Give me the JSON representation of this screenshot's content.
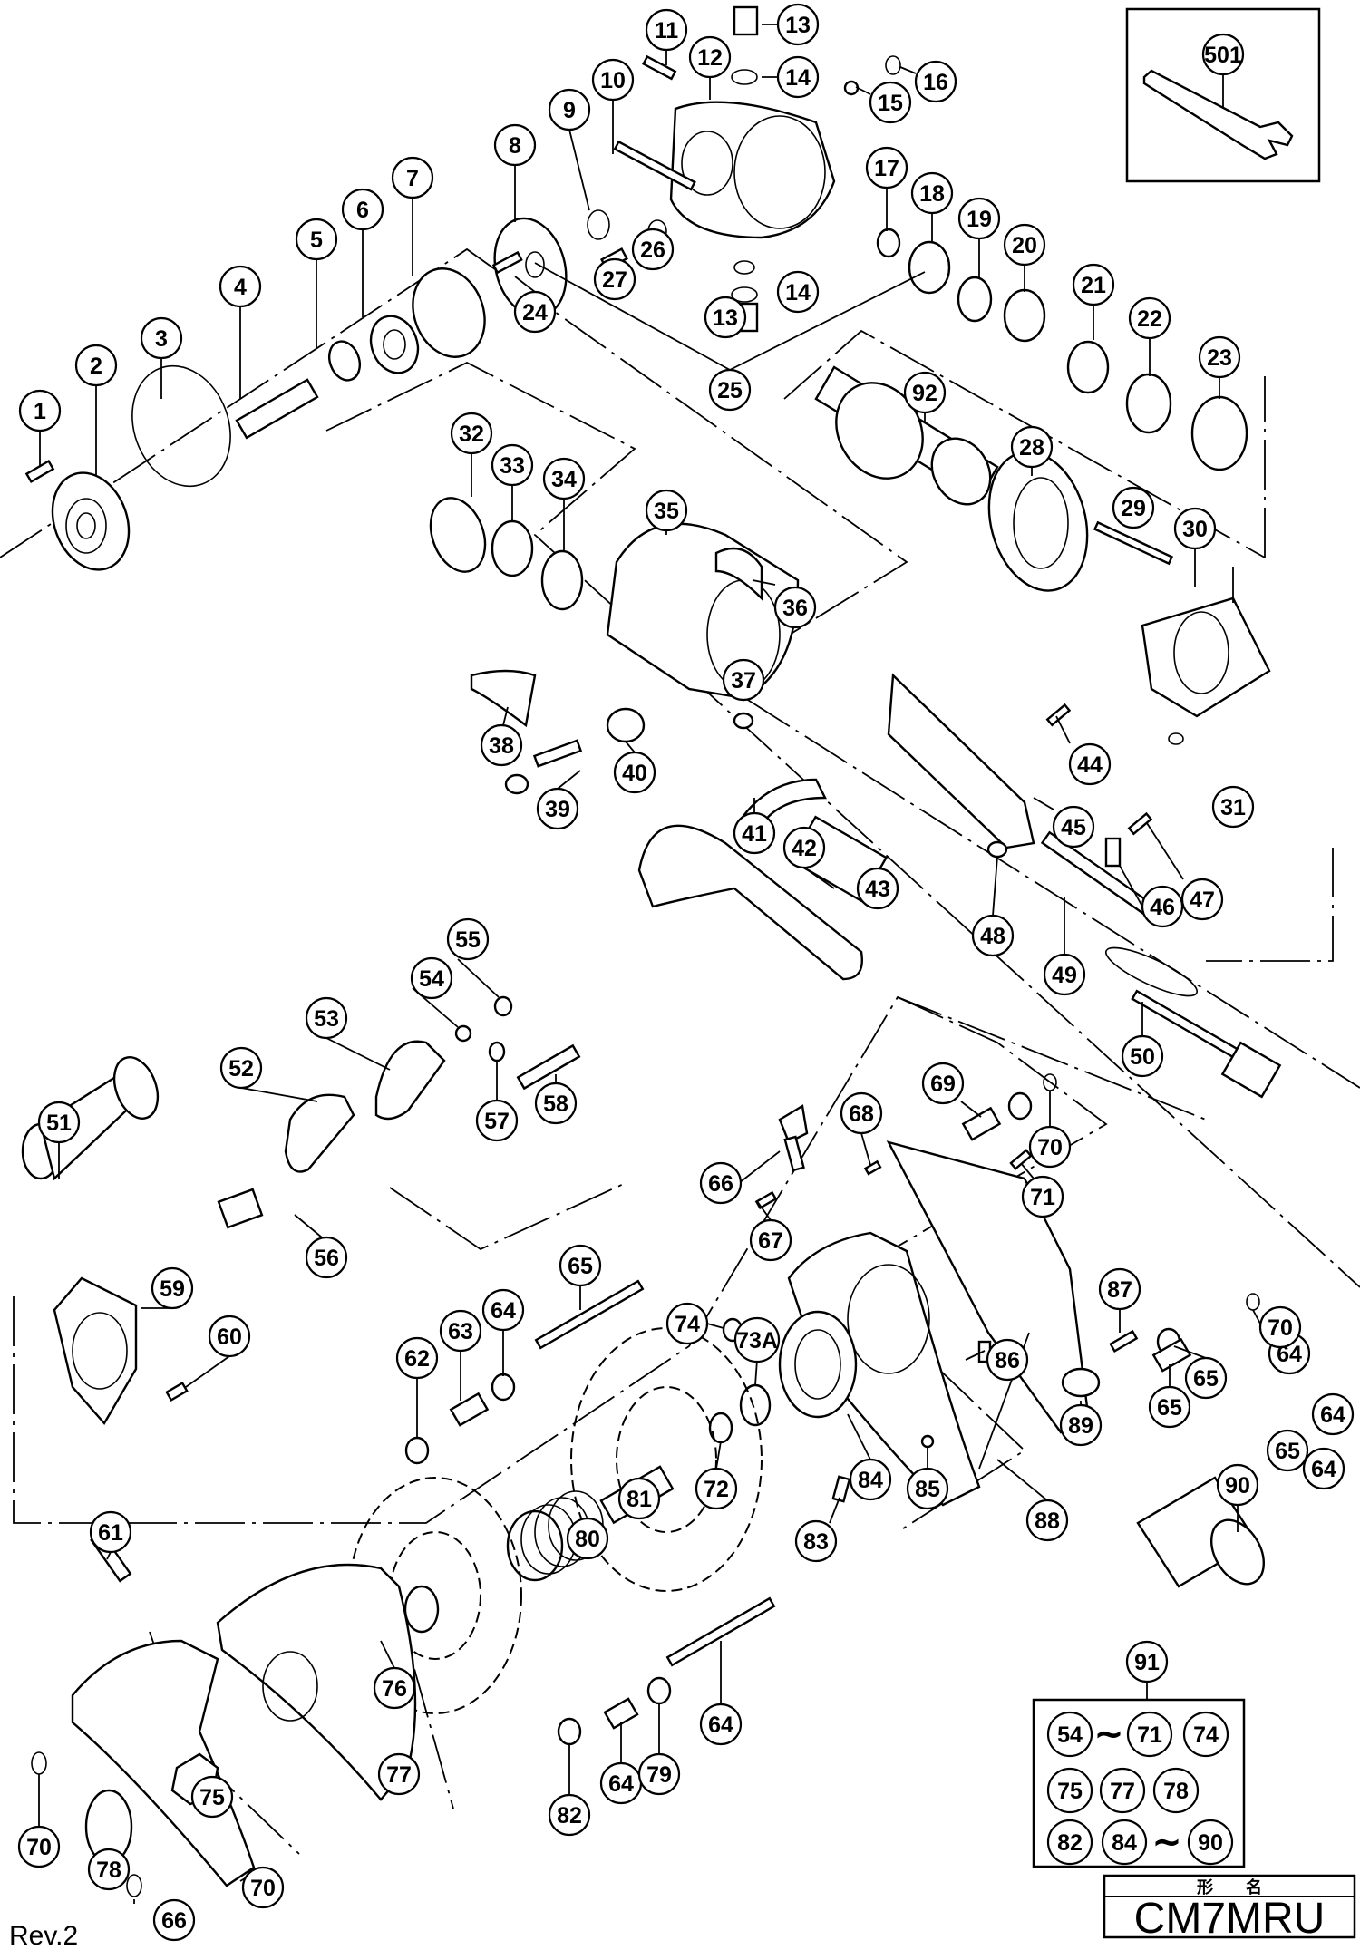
{
  "document": {
    "model_header": "形　　名",
    "model": "CM7MRU",
    "revision": "Rev.2"
  },
  "accessory_box": {
    "item": "501"
  },
  "set_box": {
    "title": "91",
    "rows": [
      [
        "54",
        "~",
        "71",
        "74"
      ],
      [
        "75",
        "77",
        "78"
      ],
      [
        "82",
        "84",
        "~",
        "90"
      ]
    ]
  },
  "callouts": [
    "1",
    "2",
    "3",
    "4",
    "5",
    "6",
    "7",
    "8",
    "9",
    "10",
    "11",
    "12",
    "13",
    "14",
    "15",
    "16",
    "17",
    "18",
    "19",
    "20",
    "21",
    "22",
    "23",
    "24",
    "25",
    "26",
    "27",
    "13",
    "14",
    "92",
    "28",
    "29",
    "30",
    "31",
    "32",
    "33",
    "34",
    "35",
    "36",
    "37",
    "38",
    "39",
    "40",
    "41",
    "42",
    "43",
    "44",
    "45",
    "46",
    "47",
    "48",
    "49",
    "50",
    "51",
    "52",
    "53",
    "54",
    "55",
    "56",
    "57",
    "58",
    "59",
    "60",
    "61",
    "62",
    "63",
    "64",
    "65",
    "66",
    "67",
    "68",
    "69",
    "70",
    "71",
    "64",
    "65",
    "64",
    "65",
    "72",
    "73A",
    "74",
    "84",
    "83",
    "85",
    "86",
    "87",
    "88",
    "89",
    "64",
    "65",
    "70",
    "90",
    "80",
    "81",
    "76",
    "75",
    "77",
    "78",
    "70",
    "70",
    "66",
    "64",
    "82",
    "64",
    "79"
  ]
}
